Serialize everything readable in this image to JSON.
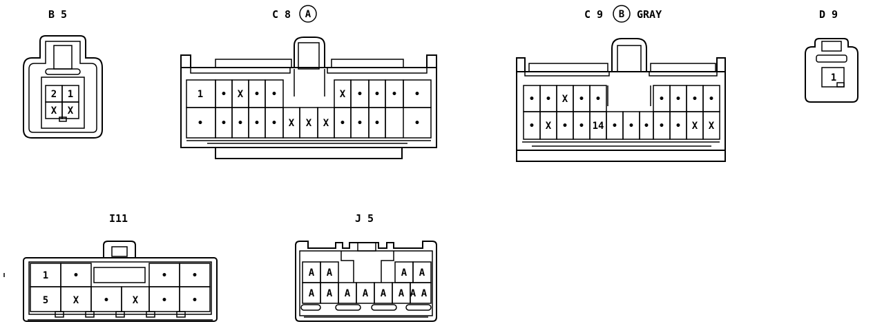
{
  "connectors": {
    "b5": {
      "name": "B 5"
    },
    "c8": {
      "name": "C 8",
      "variant": "A"
    },
    "c9": {
      "name": "C 9",
      "variant": "B",
      "color": "GRAY"
    },
    "d9": {
      "name": "D 9"
    },
    "i11": {
      "name": "I11"
    },
    "j5": {
      "name": "J 5"
    }
  },
  "pins": {
    "b5": {
      "r1": [
        "2",
        "1"
      ],
      "r2": [
        "X",
        "X"
      ]
    },
    "c8": {
      "r1": [
        "1",
        "•",
        "X",
        "•",
        "•",
        "X",
        "•",
        "•",
        "•",
        "•"
      ],
      "r2": [
        "•",
        "•",
        "•",
        "•",
        "•",
        "X",
        "X",
        "X",
        "•",
        "•",
        "•",
        "•"
      ]
    },
    "c9": {
      "r1": [
        "•",
        "•",
        "X",
        "•",
        "•",
        "•",
        "•",
        "•",
        "•"
      ],
      "r2": [
        "•",
        "X",
        "•",
        "•",
        "14",
        "•",
        "•",
        "•",
        "•",
        "•",
        "X",
        "X"
      ]
    },
    "d9": {
      "r1": [
        "1"
      ]
    },
    "i11": {
      "r1": [
        "1",
        "•",
        "•",
        "•"
      ],
      "r2": [
        "5",
        "X",
        "•",
        "X",
        "•",
        "•"
      ]
    },
    "j5": {
      "r1": [
        "A",
        "A",
        "A",
        "A"
      ],
      "r2": [
        "A",
        "A",
        "A",
        "A",
        "A",
        "A",
        "A",
        "A"
      ]
    }
  }
}
